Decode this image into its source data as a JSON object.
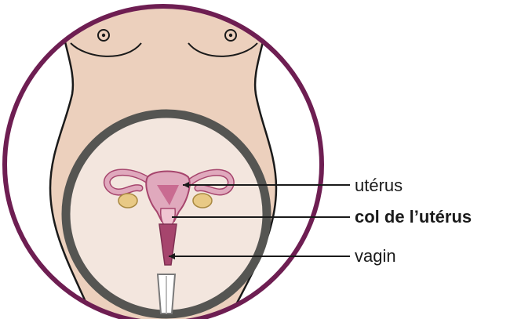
{
  "labels": {
    "uterus": "utérus",
    "cervix": "col de l’utérus",
    "vagina": "vagin"
  },
  "colors": {
    "circle_border": "#6e1e52",
    "skin": "#ecd0bd",
    "skin_outline": "#1a1a1a",
    "inner_ring": "#555552",
    "inner_fill": "#f3e6de",
    "uterus": "#e0a9bd",
    "uterus_dark": "#a6456d",
    "ovary": "#e8c985",
    "leader_line": "#1a1a1a"
  },
  "icons": {
    "speculum": "speculum-icon"
  }
}
